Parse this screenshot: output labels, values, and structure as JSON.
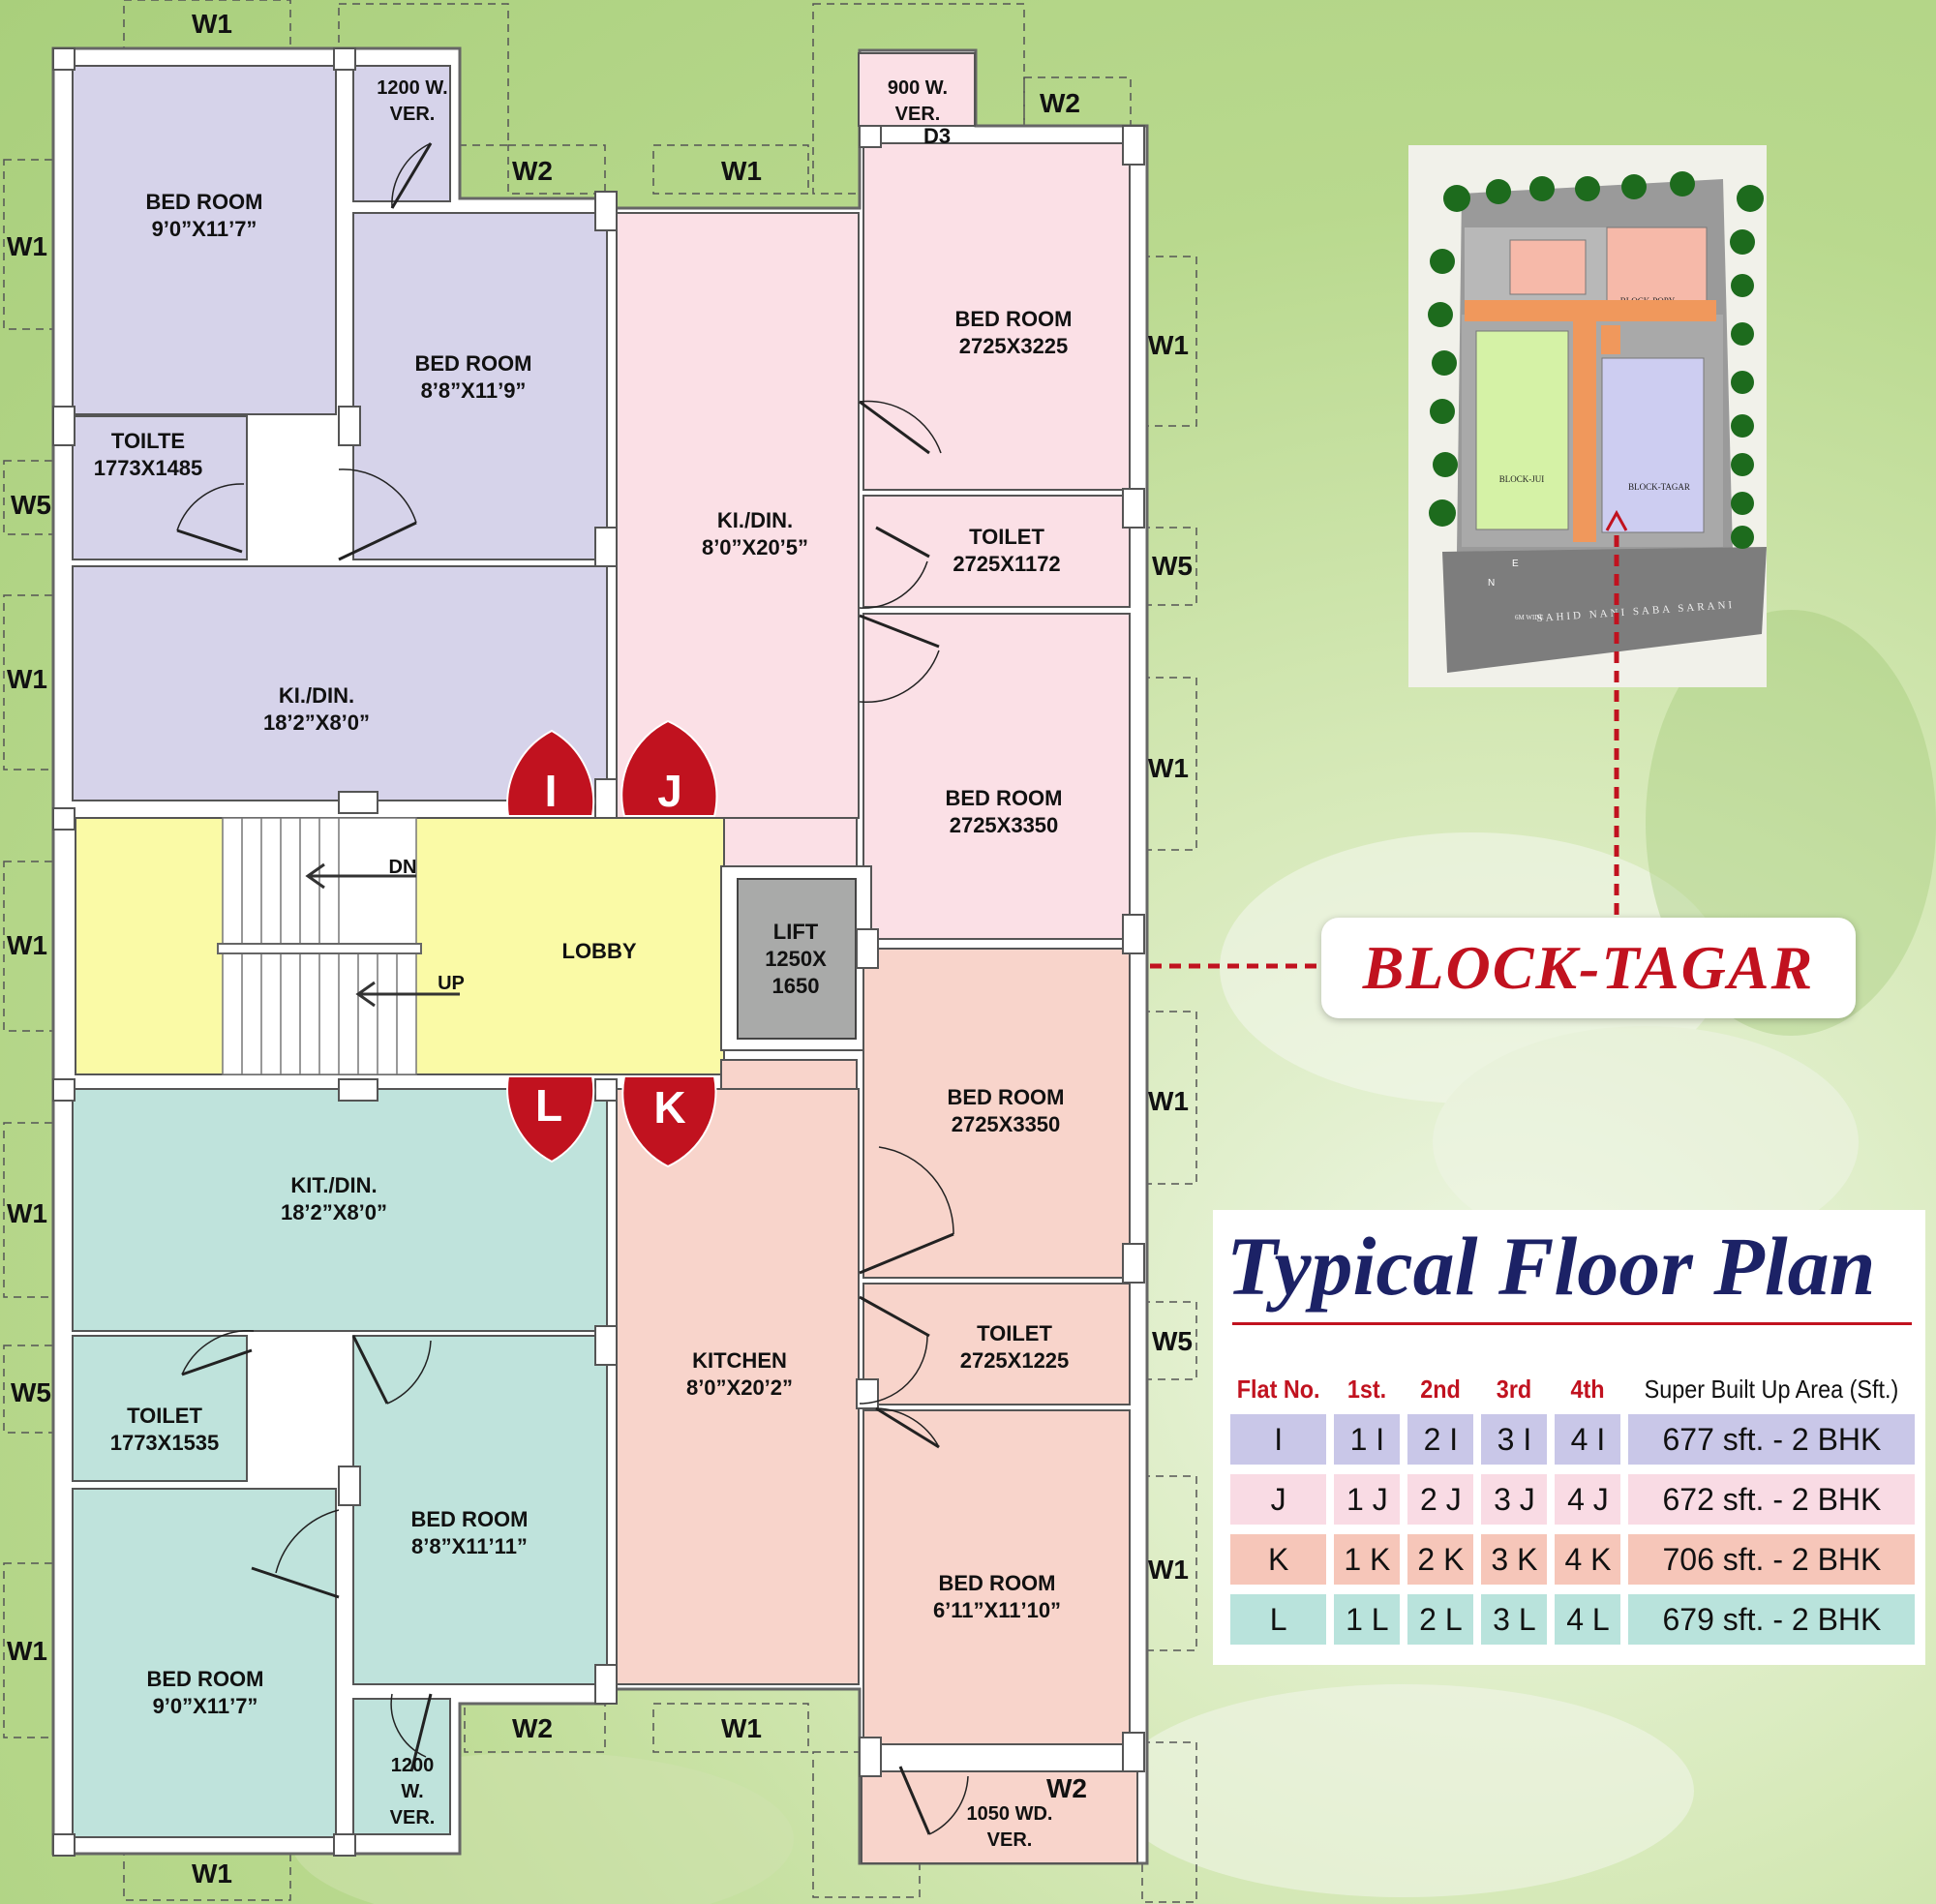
{
  "colors": {
    "flat_I": "#d6d3ea",
    "flat_J": "#fbe0e6",
    "flat_K": "#f8d4cb",
    "flat_L": "#bfe3dc",
    "lobby": "#fafaa6",
    "lift": "#a9aaa9",
    "marker": "#c1121f"
  },
  "rooms": {
    "i_bed1": [
      "BED ROOM",
      "9’0”X11’7”"
    ],
    "i_bed2": [
      "BED ROOM",
      "8’8”X11’9”"
    ],
    "i_toilet": [
      "TOILTE",
      "1773X1485"
    ],
    "i_kitdin": [
      "KI./DIN.",
      "18’2”X8’0”"
    ],
    "i_ver": [
      "1200 W.",
      "VER."
    ],
    "j_ver": [
      "900 W.",
      "VER."
    ],
    "j_d3": "D3",
    "j_bed1": [
      "BED ROOM",
      "2725X3225"
    ],
    "j_kitdin": [
      "KI./DIN.",
      "8’0”X20’5”"
    ],
    "j_toilet": [
      "TOILET",
      "2725X1172"
    ],
    "j_bed2": [
      "BED ROOM",
      "2725X3350"
    ],
    "lobby": "LOBBY",
    "dn": "DN",
    "up": "UP",
    "lift": [
      "LIFT",
      "1250X",
      "1650"
    ],
    "l_kitdin": [
      "KIT./DIN.",
      "18’2”X8’0”"
    ],
    "l_toilet": [
      "TOILET",
      "1773X1535"
    ],
    "l_bed2": [
      "BED ROOM",
      "8’8”X11’11”"
    ],
    "l_bed1": [
      "BED ROOM",
      "9’0”X11’7”"
    ],
    "l_ver": [
      "1200",
      "W.",
      "VER."
    ],
    "k_bed1": [
      "BED ROOM",
      "2725X3350"
    ],
    "k_kitchen": [
      "KITCHEN",
      "8’0”X20’2”"
    ],
    "k_toilet": [
      "TOILET",
      "2725X1225"
    ],
    "k_bed2": [
      "BED ROOM",
      "6’11”X11’10”"
    ],
    "k_ver": [
      "1050 WD.",
      "VER."
    ]
  },
  "windows": {
    "top_left": "W1",
    "left1": "W1",
    "left_w5a": "W5",
    "left2": "W1",
    "left3": "W1",
    "left4": "W1",
    "left_w5b": "W5",
    "left5": "W1",
    "bottom_left": "W1",
    "top_w2a": "W2",
    "top_w1": "W1",
    "top_w2b": "W2",
    "right1": "W1",
    "right_w5a": "W5",
    "right2": "W1",
    "right3": "W1",
    "right_w5b": "W5",
    "right4": "W1",
    "bot_w2a": "W2",
    "bot_w1": "W1",
    "bot_w2b": "W2"
  },
  "flat_markers": [
    "I",
    "J",
    "L",
    "K"
  ],
  "site_map": {
    "block_popy": "BLOCK-POPY",
    "block_jui": "BLOCK-JUI",
    "block_tagar": "BLOCK-TAGAR",
    "road": "SAHID NANI SABA SARANI",
    "road_prefix": "6M WIDE",
    "compass": [
      "N",
      "E"
    ]
  },
  "block_label": "BLOCK-TAGAR",
  "table": {
    "title": "Typical Floor Plan",
    "headers": [
      "Flat No.",
      "1st.",
      "2nd",
      "3rd",
      "4th",
      "Super Built Up Area (Sft.)"
    ],
    "rows": [
      [
        "I",
        "1 I",
        "2 I",
        "3 I",
        "4 I",
        "677 sft. - 2 BHK"
      ],
      [
        "J",
        "1 J",
        "2 J",
        "3 J",
        "4 J",
        "672 sft. - 2 BHK"
      ],
      [
        "K",
        "1 K",
        "2 K",
        "3 K",
        "4 K",
        "706 sft. - 2 BHK"
      ],
      [
        "L",
        "1 L",
        "2 L",
        "3 L",
        "4 L",
        "679 sft. - 2 BHK"
      ]
    ]
  }
}
